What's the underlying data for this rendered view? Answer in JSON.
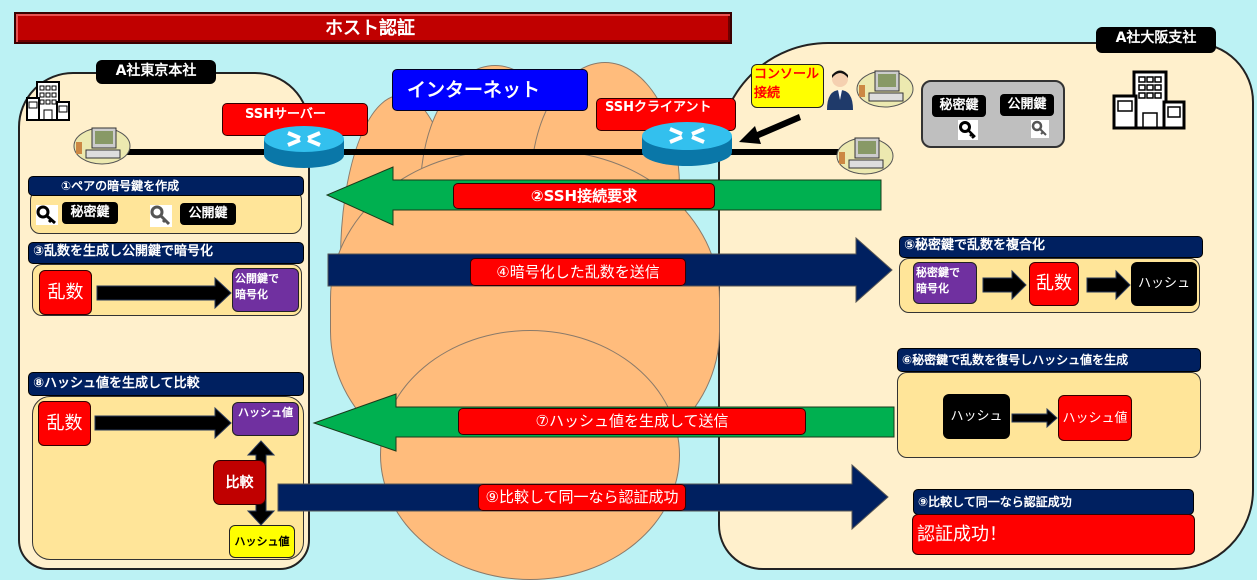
{
  "title": "ホスト認証",
  "colors": {
    "background": "#bcf2f4",
    "title_bar": "#c00000",
    "office": "#fff0cc",
    "cloud": "#ffbc7c",
    "step_header": "#002060",
    "step_body": "#ffe599",
    "label_red": "#ff0000",
    "purple": "#7030a0",
    "arrow_green": "#00b050",
    "arrow_navy": "#002060",
    "yellow": "#ffff00"
  },
  "offices": {
    "tokyo": {
      "label": "A社東京本社",
      "icon": "office-building-icon"
    },
    "osaka": {
      "label": "A社大阪支社",
      "icon": "office-building-icon"
    }
  },
  "internet": {
    "label": "インターネット"
  },
  "devices": {
    "ssh_server": {
      "label": "SSHサーバー",
      "icon": "router-icon"
    },
    "ssh_client": {
      "label": "SSHクライアント",
      "icon": "router-icon"
    },
    "console": {
      "label_line1": "コンソール",
      "label_line2": "接続",
      "icon": "user-icon"
    }
  },
  "osaka_keys": {
    "private": "秘密鍵",
    "public": "公開鍵"
  },
  "steps": {
    "s1": {
      "header": "①ペアの暗号鍵を作成",
      "private_key": "秘密鍵",
      "public_key": "公開鍵"
    },
    "s2": {
      "label": "②SSH接続要求"
    },
    "s3": {
      "header": "③乱数を生成し公開鍵で暗号化",
      "random": "乱数",
      "encrypt_line1": "公開鍵で",
      "encrypt_line2": "暗号化"
    },
    "s4": {
      "label": "④暗号化した乱数を送信"
    },
    "s5": {
      "header": "⑤秘密鍵で乱数を複合化",
      "encrypted_line1": "秘密鍵で",
      "encrypted_line2": "暗号化",
      "random": "乱数",
      "hash": "ハッシュ"
    },
    "s6": {
      "header": "⑥秘密鍵で乱数を復号しハッシュ値を生成",
      "hash": "ハッシュ",
      "hash_value": "ハッシュ値"
    },
    "s7": {
      "label": "⑦ハッシュ値を生成して送信"
    },
    "s8": {
      "header": "⑧ハッシュ値を生成して比較",
      "random": "乱数",
      "hash_value": "ハッシュ値",
      "compare": "比較",
      "received_hash": "ハッシュ値"
    },
    "s9": {
      "label": "⑨比較して同一なら認証成功",
      "header": "⑨比較して同一なら認証成功",
      "result": "認証成功！"
    }
  }
}
